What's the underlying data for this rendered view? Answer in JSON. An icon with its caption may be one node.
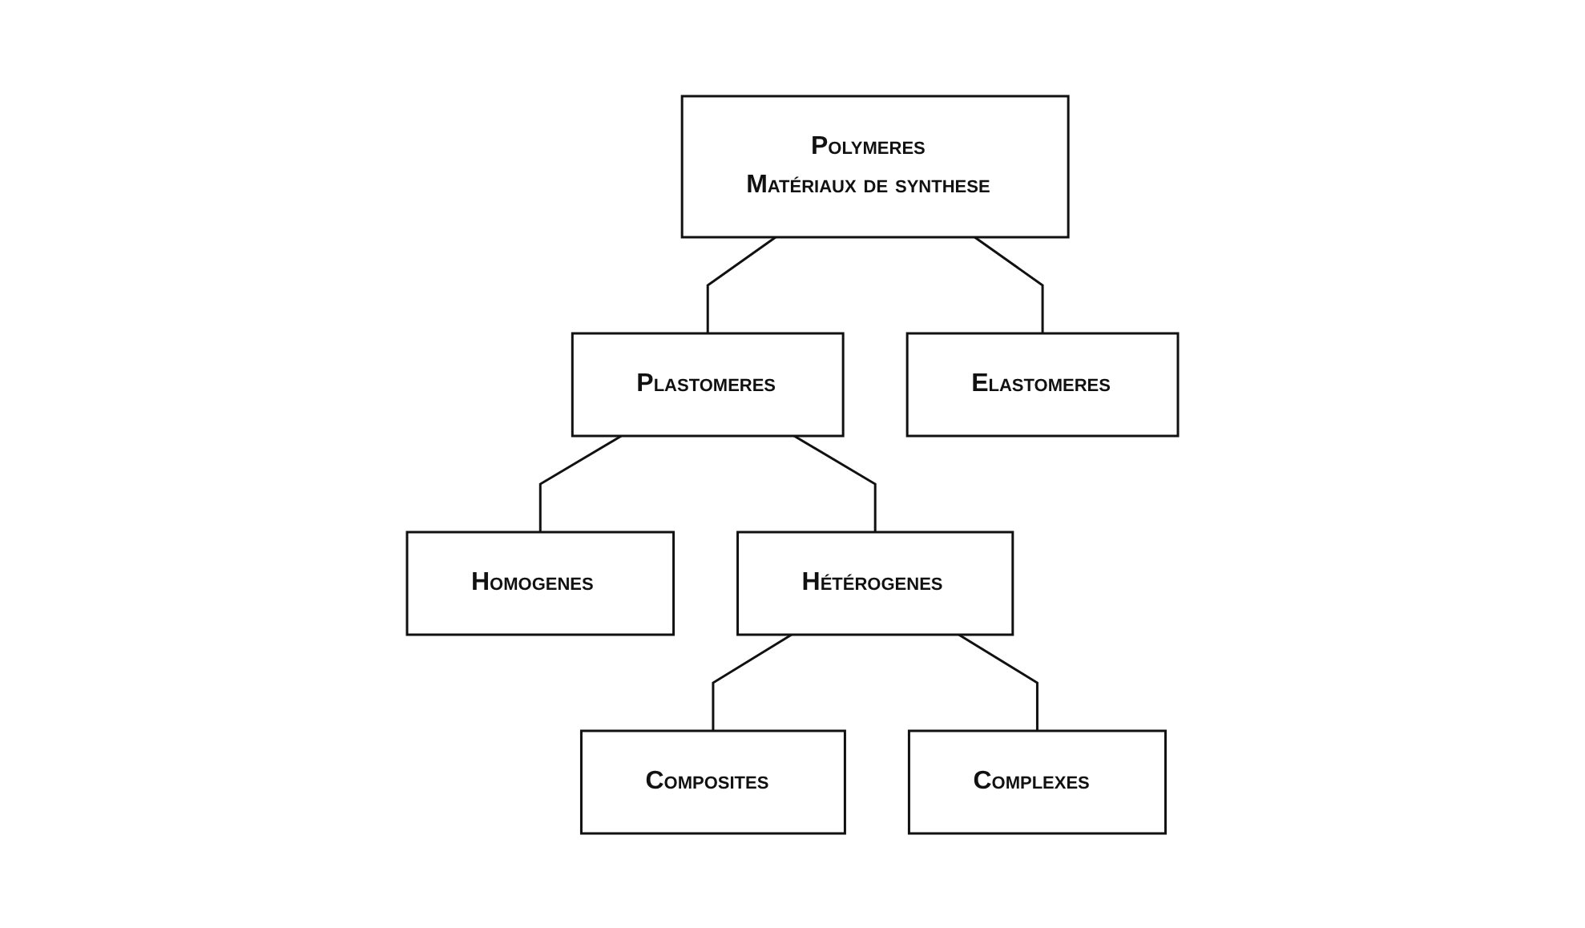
{
  "diagram": {
    "nodes": [
      {
        "text": [
          "Polymeres",
          "Matériaux de synthese"
        ]
      },
      {
        "text": [
          "Plastomeres"
        ]
      },
      {
        "text": [
          "Elastomeres"
        ]
      },
      {
        "text": [
          "Homogenes"
        ]
      },
      {
        "text": [
          "Hétérogenes"
        ]
      },
      {
        "text": [
          "Composites"
        ]
      },
      {
        "text": [
          "Complexes"
        ]
      }
    ],
    "edges": [
      {
        "from": 0,
        "to": 1,
        "arrow": "none"
      },
      {
        "from": 0,
        "to": 2,
        "arrow": "none"
      },
      {
        "from": 1,
        "to": 3,
        "arrow": "none"
      },
      {
        "from": 1,
        "to": 4,
        "arrow": "none"
      },
      {
        "from": 4,
        "to": 5,
        "arrow": "none"
      },
      {
        "from": 4,
        "to": 6,
        "arrow": "none"
      }
    ]
  }
}
